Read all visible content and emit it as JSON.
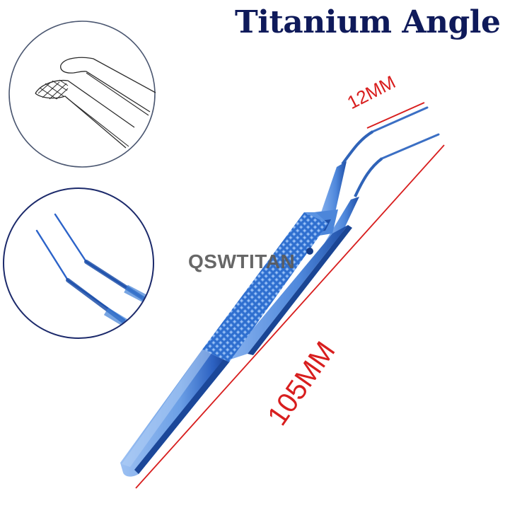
{
  "title": "Titanium Angle",
  "watermark": "QSWTITAN",
  "dimensions": {
    "tip_length": "12MM",
    "total_length": "105MM"
  },
  "insets": [
    {
      "kind": "line-drawing",
      "subject": "angled tips with crosshatched grip"
    },
    {
      "kind": "photo",
      "subject": "blue angled fine tips"
    }
  ],
  "colors": {
    "title": "#0f1a5a",
    "dimension": "#d81e1e",
    "circle_outline_top": "#4a5670",
    "circle_outline_mid": "#1c2a6b",
    "titanium_blue": "#3f7fd6",
    "titanium_dark": "#1d4fa8",
    "titanium_light": "#8fb6ee",
    "watermark": "#5b5b5b"
  }
}
